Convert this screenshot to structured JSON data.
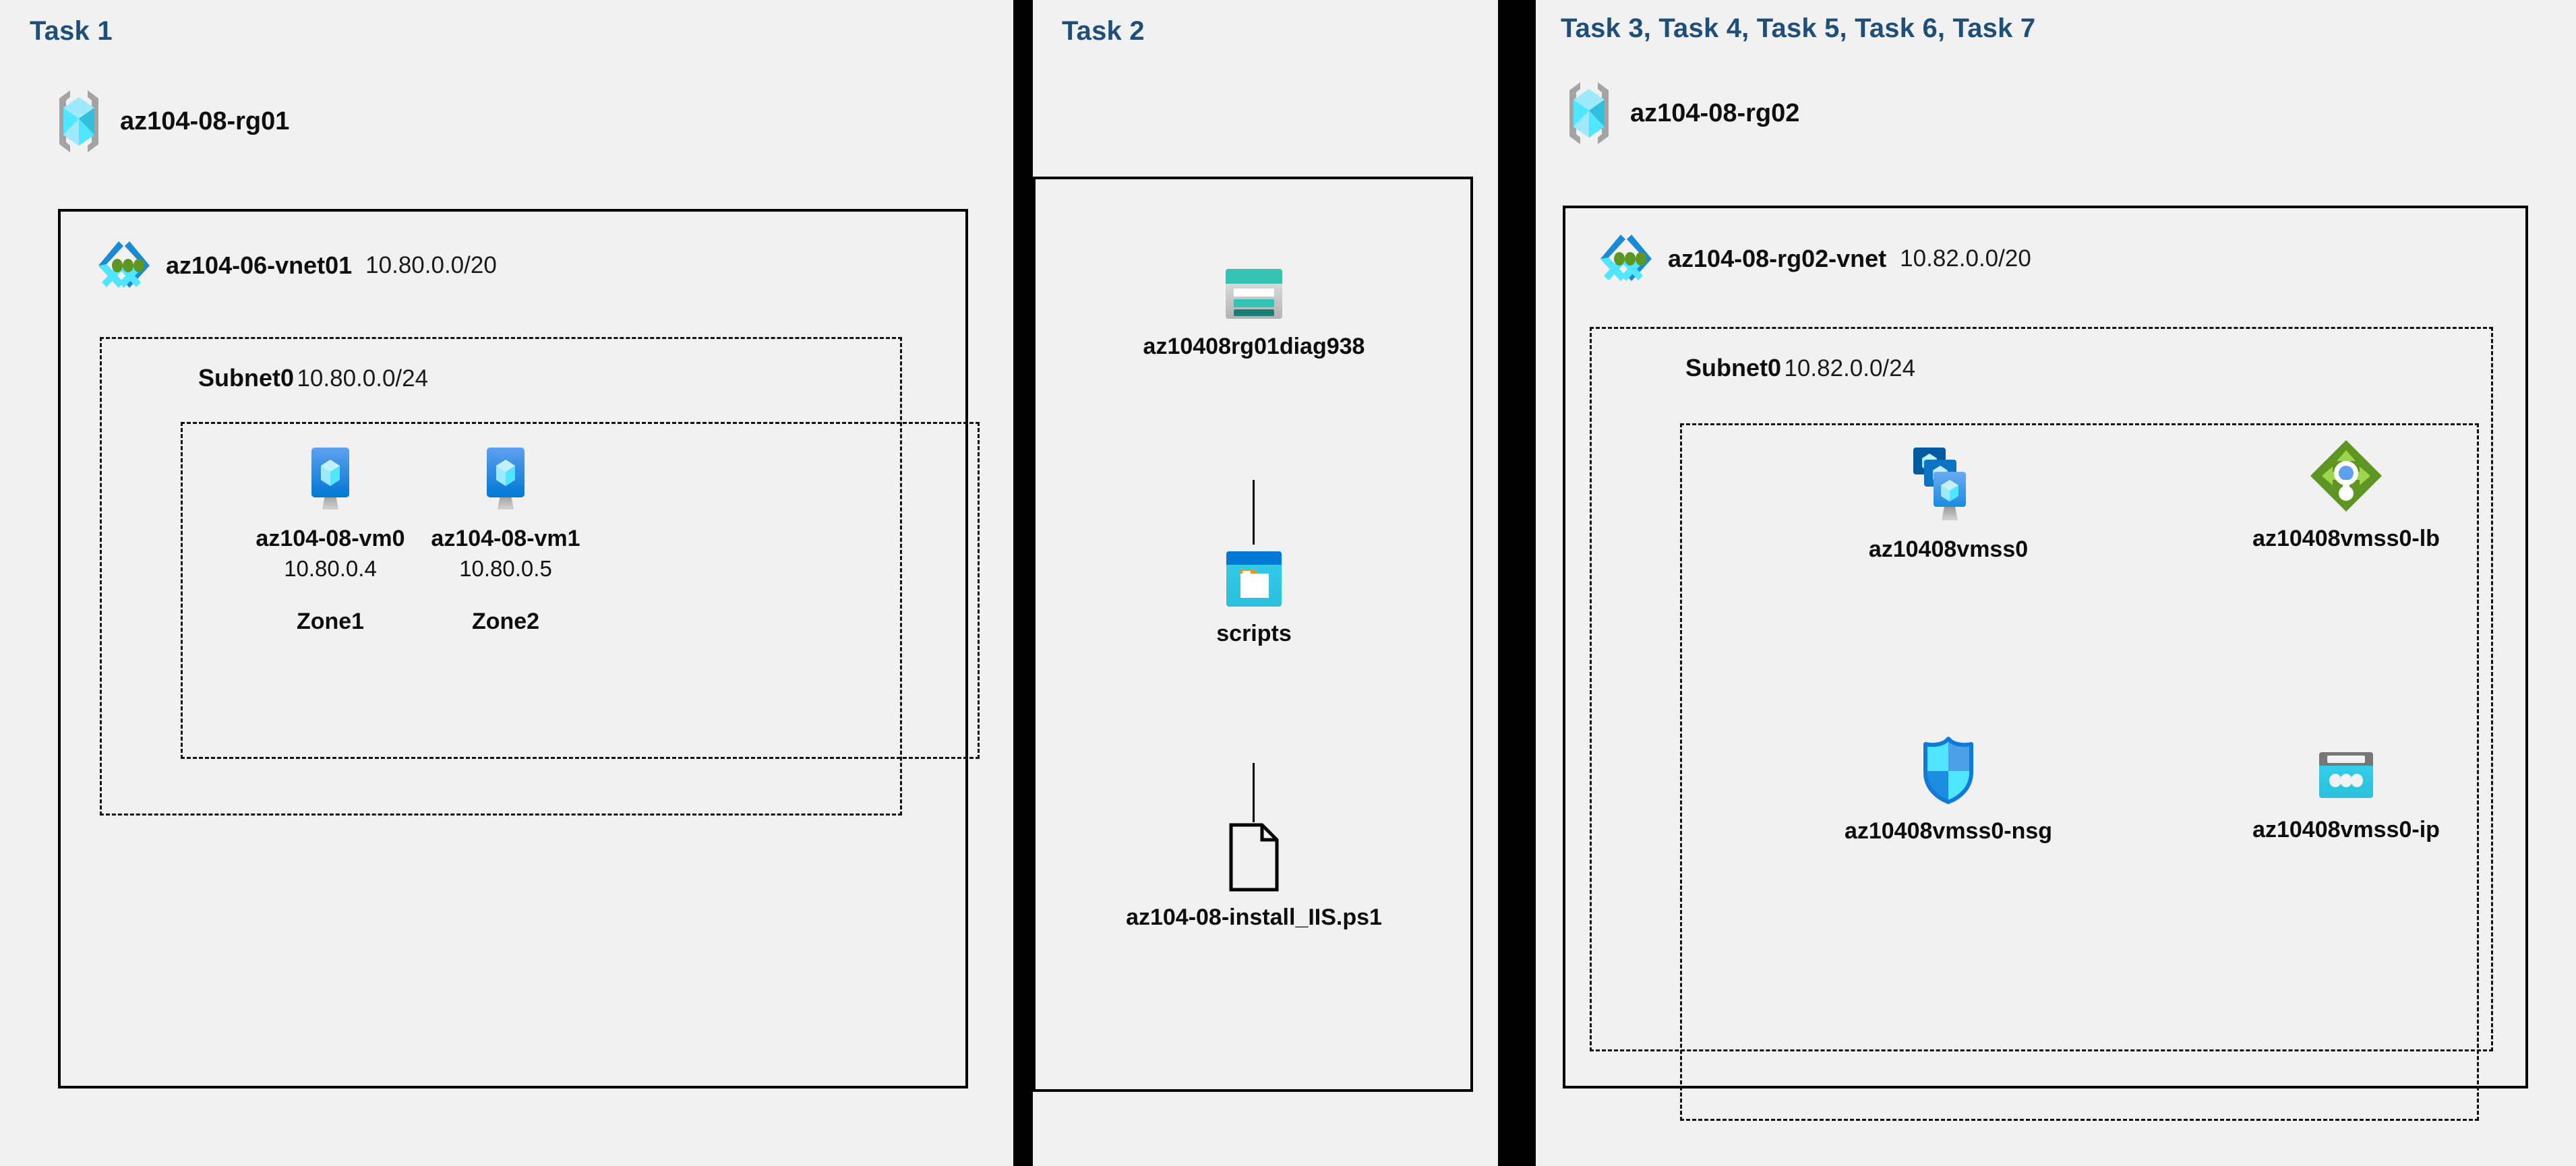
{
  "panels": [
    {
      "id": "task1",
      "title": "Task 1",
      "resource_group": {
        "name": "az104-08-rg01",
        "icon": "resource-group-icon"
      },
      "vnet": {
        "name": "az104-06-vnet01",
        "cidr": "10.80.0.0/20",
        "icon": "virtual-network-icon"
      },
      "subnet": {
        "name": "Subnet0",
        "cidr": "10.80.0.0/24"
      },
      "vms": [
        {
          "name": "az104-08-vm0",
          "ip": "10.80.0.4",
          "zone": "Zone1",
          "icon": "virtual-machine-icon"
        },
        {
          "name": "az104-08-vm1",
          "ip": "10.80.0.5",
          "zone": "Zone2",
          "icon": "virtual-machine-icon"
        }
      ]
    },
    {
      "id": "task2",
      "title": "Task 2",
      "chain": [
        {
          "name": "az10408rg01diag938",
          "icon": "storage-account-icon"
        },
        {
          "name": "scripts",
          "icon": "blob-container-icon"
        },
        {
          "name": "az104-08-install_IIS.ps1",
          "icon": "file-icon"
        }
      ]
    },
    {
      "id": "task3",
      "title": "Task 3, Task 4, Task 5, Task 6, Task 7",
      "resource_group": {
        "name": "az104-08-rg02",
        "icon": "resource-group-icon"
      },
      "vnet": {
        "name": "az104-08-rg02-vnet",
        "cidr": "10.82.0.0/20",
        "icon": "virtual-network-icon"
      },
      "subnet": {
        "name": "Subnet0",
        "cidr": "10.82.0.0/24"
      },
      "resources": [
        {
          "name": "az10408vmss0",
          "icon": "vm-scale-set-icon"
        },
        {
          "name": "az10408vmss0-lb",
          "icon": "load-balancer-icon"
        },
        {
          "name": "az10408vmss0-nsg",
          "icon": "network-security-group-icon"
        },
        {
          "name": "az10408vmss0-ip",
          "icon": "public-ip-address-icon"
        }
      ]
    }
  ],
  "colors": {
    "title": "#1f4e79",
    "background": "#f1f1f1",
    "border": "#000000",
    "azure_cyan": "#50e6ff",
    "azure_blue": "#0078d4",
    "storage_teal": "#2dbfae",
    "lb_green": "#5e9624",
    "nsg_blue": "#0f7ad8",
    "gray": "#767676"
  }
}
